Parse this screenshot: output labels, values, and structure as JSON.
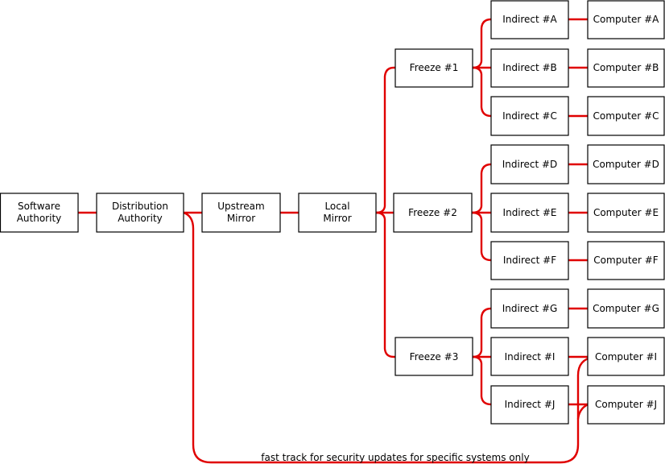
{
  "nodes": {
    "software_authority": [
      "Software",
      "Authority"
    ],
    "distribution_authority": [
      "Distribution",
      "Authority"
    ],
    "upstream_mirror": [
      "Upstream",
      "Mirror"
    ],
    "local_mirror": [
      "Local",
      "Mirror"
    ],
    "freeze_1": [
      "Freeze #1"
    ],
    "freeze_2": [
      "Freeze #2"
    ],
    "freeze_3": [
      "Freeze #3"
    ],
    "indirect_a": [
      "Indirect #A"
    ],
    "indirect_b": [
      "Indirect #B"
    ],
    "indirect_c": [
      "Indirect #C"
    ],
    "indirect_d": [
      "Indirect #D"
    ],
    "indirect_e": [
      "Indirect #E"
    ],
    "indirect_f": [
      "Indirect #F"
    ],
    "indirect_g": [
      "Indirect #G"
    ],
    "indirect_i": [
      "Indirect #I"
    ],
    "indirect_j": [
      "Indirect #J"
    ],
    "computer_a": [
      "Computer #A"
    ],
    "computer_b": [
      "Computer #B"
    ],
    "computer_c": [
      "Computer #C"
    ],
    "computer_d": [
      "Computer #D"
    ],
    "computer_e": [
      "Computer #E"
    ],
    "computer_f": [
      "Computer #F"
    ],
    "computer_g": [
      "Computer #G"
    ],
    "computer_i": [
      "Computer #I"
    ],
    "computer_j": [
      "Computer #J"
    ]
  },
  "fast_track_label": "fast track for security updates for specific systems only",
  "colors": {
    "edge": "#e00000",
    "node_border": "#000000",
    "node_fill": "#ffffff"
  }
}
